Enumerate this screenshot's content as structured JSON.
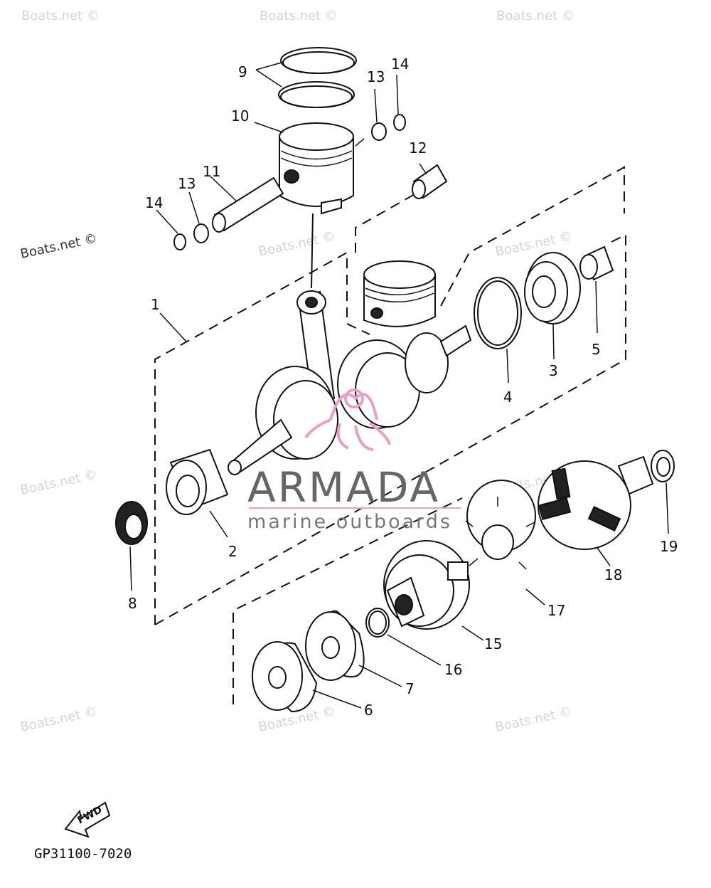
{
  "watermark": {
    "text": "Boats.net ©"
  },
  "brand": {
    "name": "ARMADA",
    "tagline": "marine outboards",
    "accent_color": "#e8a0c8"
  },
  "callouts": [
    {
      "id": "1",
      "label": "1"
    },
    {
      "id": "2",
      "label": "2"
    },
    {
      "id": "3",
      "label": "3"
    },
    {
      "id": "4",
      "label": "4"
    },
    {
      "id": "5",
      "label": "5"
    },
    {
      "id": "6",
      "label": "6"
    },
    {
      "id": "7",
      "label": "7"
    },
    {
      "id": "8",
      "label": "8"
    },
    {
      "id": "9",
      "label": "9"
    },
    {
      "id": "10",
      "label": "10"
    },
    {
      "id": "11",
      "label": "11"
    },
    {
      "id": "12",
      "label": "12"
    },
    {
      "id": "13a",
      "label": "13"
    },
    {
      "id": "13b",
      "label": "13"
    },
    {
      "id": "14a",
      "label": "14"
    },
    {
      "id": "14b",
      "label": "14"
    },
    {
      "id": "15",
      "label": "15"
    },
    {
      "id": "16",
      "label": "16"
    },
    {
      "id": "17",
      "label": "17"
    },
    {
      "id": "18",
      "label": "18"
    },
    {
      "id": "19",
      "label": "19"
    }
  ],
  "direction_arrow": {
    "label": "FWD",
    "icon": "forward-arrow-icon"
  },
  "diagram_code": "GP31100-7020"
}
